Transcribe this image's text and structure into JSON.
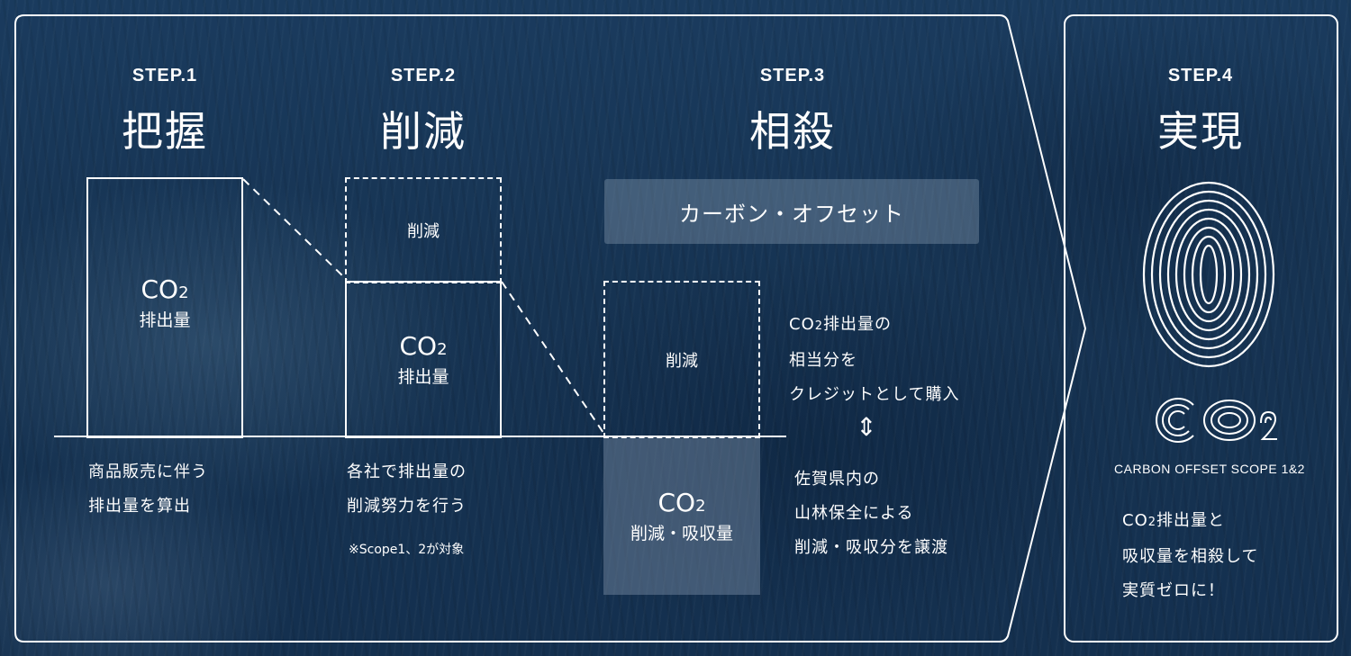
{
  "steps": [
    {
      "label": "STEP.1",
      "title": "把握"
    },
    {
      "label": "STEP.2",
      "title": "削減"
    },
    {
      "label": "STEP.3",
      "title": "相殺"
    },
    {
      "label": "STEP.4",
      "title": "実現"
    }
  ],
  "step1": {
    "box_co2": "CO",
    "box_co2_sub": "2",
    "box_label": "排出量",
    "desc_line1": "商品販売に伴う",
    "desc_line2": "排出量を算出"
  },
  "step2": {
    "reduce_label": "削減",
    "box_co2": "CO",
    "box_co2_sub": "2",
    "box_label": "排出量",
    "desc_line1": "各社で排出量の",
    "desc_line2": "削減努力を行う",
    "note": "※Scope1、2が対象"
  },
  "step3": {
    "banner": "カーボン・オフセット",
    "reduce_label": "削減",
    "box_co2": "CO",
    "box_co2_sub": "2",
    "box_label": "削減・吸収量",
    "right_line1_co": "CO",
    "right_line1_sub": "2",
    "right_line1_rest": "排出量の",
    "right_line2": "相当分を",
    "right_line3": "クレジットとして購入",
    "arrow": "⇕",
    "right_line4": "佐賀県内の",
    "right_line5": "山林保全による",
    "right_line6": "削減・吸収分を譲渡"
  },
  "step4": {
    "logo_caption": "CARBON OFFSET SCOPE 1&2",
    "desc_line1_co": "CO",
    "desc_line1_sub": "2",
    "desc_line1_rest": "排出量と",
    "desc_line2": "吸収量を相殺して",
    "desc_line3": "実質ゼロに！"
  },
  "icons": {
    "logo": "fingerprint-zero-icon",
    "co2_logo": "co2-logo-icon",
    "arrow": "up-down-arrow-icon"
  },
  "colors": {
    "background": "#17375a",
    "line": "#ffffff",
    "banner_fill": "#8ea3b8"
  }
}
